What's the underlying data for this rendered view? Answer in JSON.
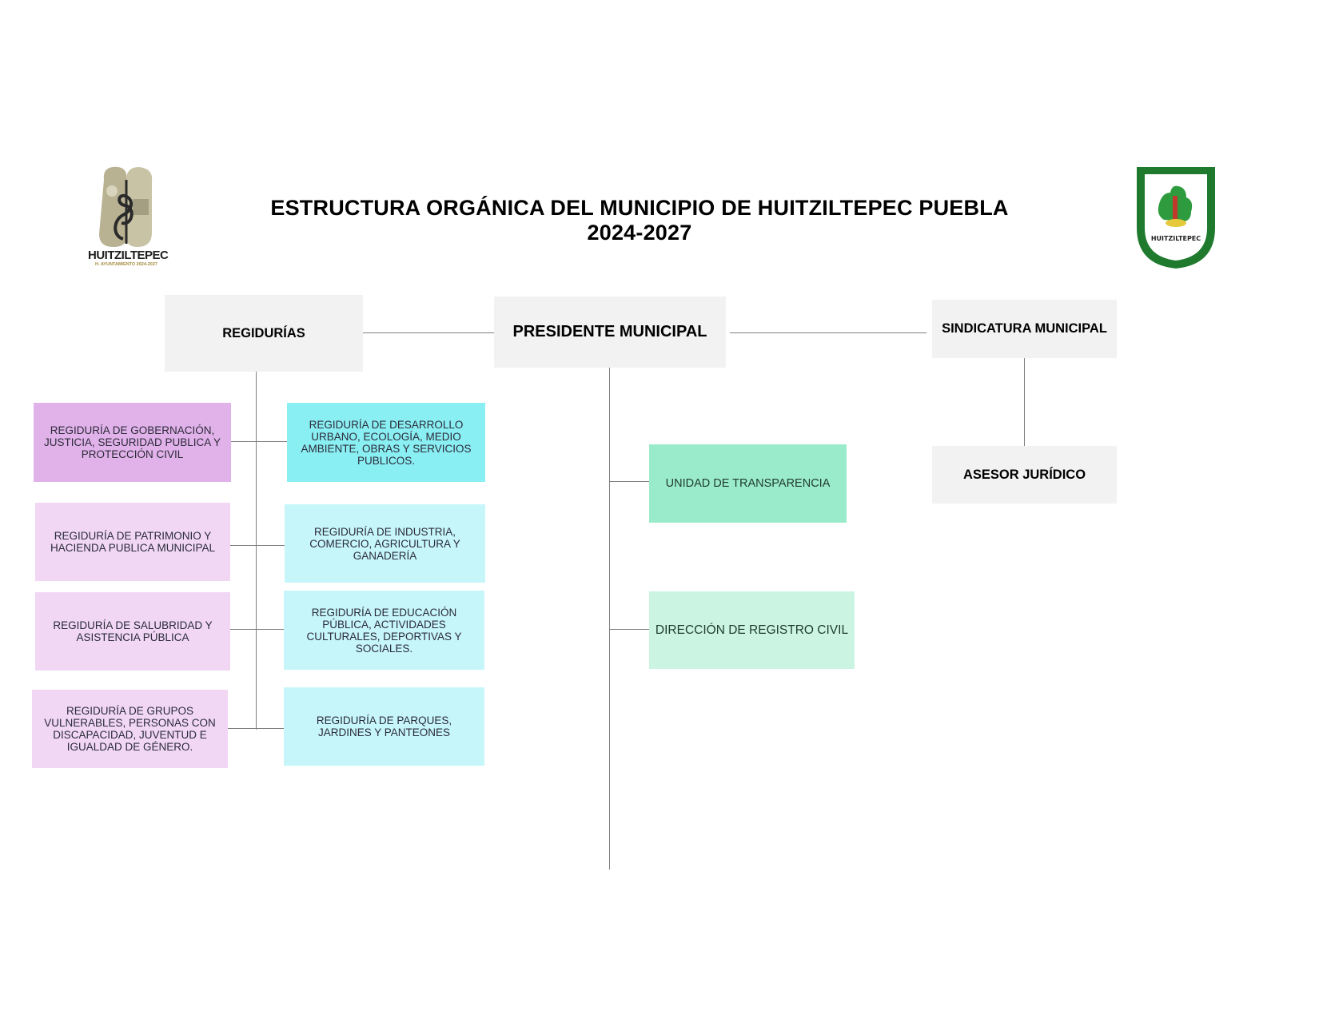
{
  "header": {
    "title_line1": "ESTRUCTURA ORGÁNICA DEL MUNICIPIO DE HUITZILTEPEC PUEBLA",
    "title_line2": "2024-2027"
  },
  "logos": {
    "left_caption": "HUITZILTEPEC",
    "left_subcaption": "H. AYUNTAMIENTO 2024-2027",
    "right_caption": "HUITZILTEPEC"
  },
  "nodes": {
    "presidente": "PRESIDENTE MUNICIPAL",
    "regidurias": "REGIDURÍAS",
    "sindicatura": "SINDICATURA MUNICIPAL",
    "asesor": "ASESOR JURÍDICO",
    "transparencia": "UNIDAD DE TRANSPARENCIA",
    "registro_civil": "DIRECCIÓN DE REGISTRO CIVIL"
  },
  "regidurias_left": [
    "REGIDURÍA DE GOBERNACIÓN, JUSTICIA, SEGURIDAD PUBLICA Y PROTECCIÓN CIVIL",
    "REGIDURÍA DE PATRIMONIO Y HACIENDA PUBLICA MUNICIPAL",
    "REGIDURÍA DE SALUBRIDAD Y ASISTENCIA PÚBLICA",
    "REGIDURÍA DE GRUPOS VULNERABLES, PERSONAS CON DISCAPACIDAD, JUVENTUD E IGUALDAD DE GÉNERO."
  ],
  "regidurias_right": [
    "REGIDURÍA DE DESARROLLO URBANO, ECOLOGÍA, MEDIO AMBIENTE, OBRAS Y SERVICIOS PUBLICOS.",
    "REGIDURÍA DE INDUSTRIA, COMERCIO, AGRICULTURA Y GANADERÍA",
    "REGIDURÍA DE EDUCACIÓN PÚBLICA, ACTIVIDADES CULTURALES, DEPORTIVAS Y SOCIALES.",
    "REGIDURÍA DE PARQUES, JARDINES Y PANTEONES"
  ],
  "colors": {
    "node_gray": "#f2f2f2",
    "pink_dark": "#e1b2e9",
    "pink": "#f1d7f4",
    "cyan_dark": "#8aeff3",
    "cyan": "#c6f6f9",
    "green_dark": "#9aebcc",
    "green": "#cbf5e2",
    "connector": "#7f7f7f",
    "shield_green": "#1f7a2e"
  }
}
